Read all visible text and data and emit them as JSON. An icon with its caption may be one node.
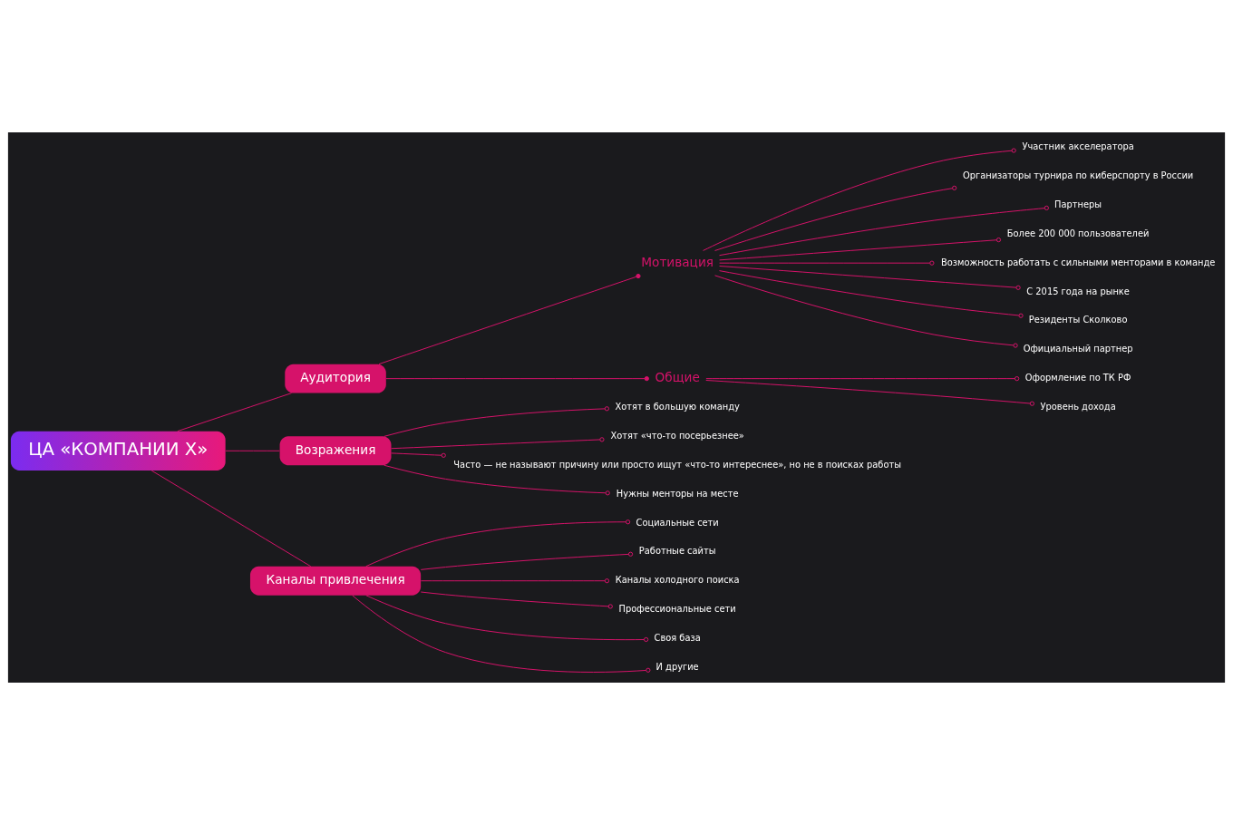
{
  "diagram": {
    "nodes": [
      {
        "text": [
          "ЦА «КОМПАНИИ Х»"
        ]
      },
      {
        "text": [
          "Аудитория"
        ]
      },
      {
        "text": [
          "Мотивация"
        ]
      },
      {
        "text": [
          "Участник акселератора"
        ]
      },
      {
        "text": [
          "Организаторы турнира по киберспорту в России"
        ]
      },
      {
        "text": [
          "Партнеры"
        ]
      },
      {
        "text": [
          "Более 200 000 пользователей"
        ]
      },
      {
        "text": [
          "Возможность работать с сильными менторами в команде"
        ]
      },
      {
        "text": [
          "С 2015 года на рынке"
        ]
      },
      {
        "text": [
          "Резиденты Сколково"
        ]
      },
      {
        "text": [
          "Официальный партнер"
        ]
      },
      {
        "text": [
          "Общие"
        ]
      },
      {
        "text": [
          "Оформление по ТК РФ"
        ]
      },
      {
        "text": [
          "Уровень дохода"
        ]
      },
      {
        "text": [
          "Возражения"
        ]
      },
      {
        "text": [
          "Хотят в большую команду"
        ]
      },
      {
        "text": [
          "Хотят «что-то посерьезнее»"
        ]
      },
      {
        "text": [
          "Часто — не называют причину или просто ищут «что-то интереснее», но не в поисках работы"
        ]
      },
      {
        "text": [
          "Нужны менторы на месте"
        ]
      },
      {
        "text": [
          "Каналы привлечения"
        ]
      },
      {
        "text": [
          "Социальные сети"
        ]
      },
      {
        "text": [
          "Работные сайты"
        ]
      },
      {
        "text": [
          "Каналы холодного поиска"
        ]
      },
      {
        "text": [
          "Профессиональные сети"
        ]
      },
      {
        "text": [
          "Своя база"
        ]
      },
      {
        "text": [
          "И другие"
        ]
      }
    ],
    "edges": [
      {
        "from": 0,
        "to": 1,
        "arrow": "none"
      },
      {
        "from": 0,
        "to": 14,
        "arrow": "none"
      },
      {
        "from": 0,
        "to": 19,
        "arrow": "none"
      },
      {
        "from": 1,
        "to": 2,
        "arrow": "other"
      },
      {
        "from": 1,
        "to": 11,
        "arrow": "other"
      },
      {
        "from": 2,
        "to": 3,
        "arrow": "other"
      },
      {
        "from": 2,
        "to": 4,
        "arrow": "other"
      },
      {
        "from": 2,
        "to": 5,
        "arrow": "other"
      },
      {
        "from": 2,
        "to": 6,
        "arrow": "other"
      },
      {
        "from": 2,
        "to": 7,
        "arrow": "other"
      },
      {
        "from": 2,
        "to": 8,
        "arrow": "other"
      },
      {
        "from": 2,
        "to": 9,
        "arrow": "other"
      },
      {
        "from": 2,
        "to": 10,
        "arrow": "other"
      },
      {
        "from": 11,
        "to": 12,
        "arrow": "other"
      },
      {
        "from": 11,
        "to": 13,
        "arrow": "other"
      },
      {
        "from": 14,
        "to": 15,
        "arrow": "other"
      },
      {
        "from": 14,
        "to": 16,
        "arrow": "other"
      },
      {
        "from": 14,
        "to": 17,
        "arrow": "other"
      },
      {
        "from": 14,
        "to": 18,
        "arrow": "other"
      },
      {
        "from": 19,
        "to": 20,
        "arrow": "other"
      },
      {
        "from": 19,
        "to": 21,
        "arrow": "other"
      },
      {
        "from": 19,
        "to": 22,
        "arrow": "other"
      },
      {
        "from": 19,
        "to": 23,
        "arrow": "other"
      },
      {
        "from": 19,
        "to": 24,
        "arrow": "other"
      },
      {
        "from": 19,
        "to": 25,
        "arrow": "other"
      }
    ]
  }
}
